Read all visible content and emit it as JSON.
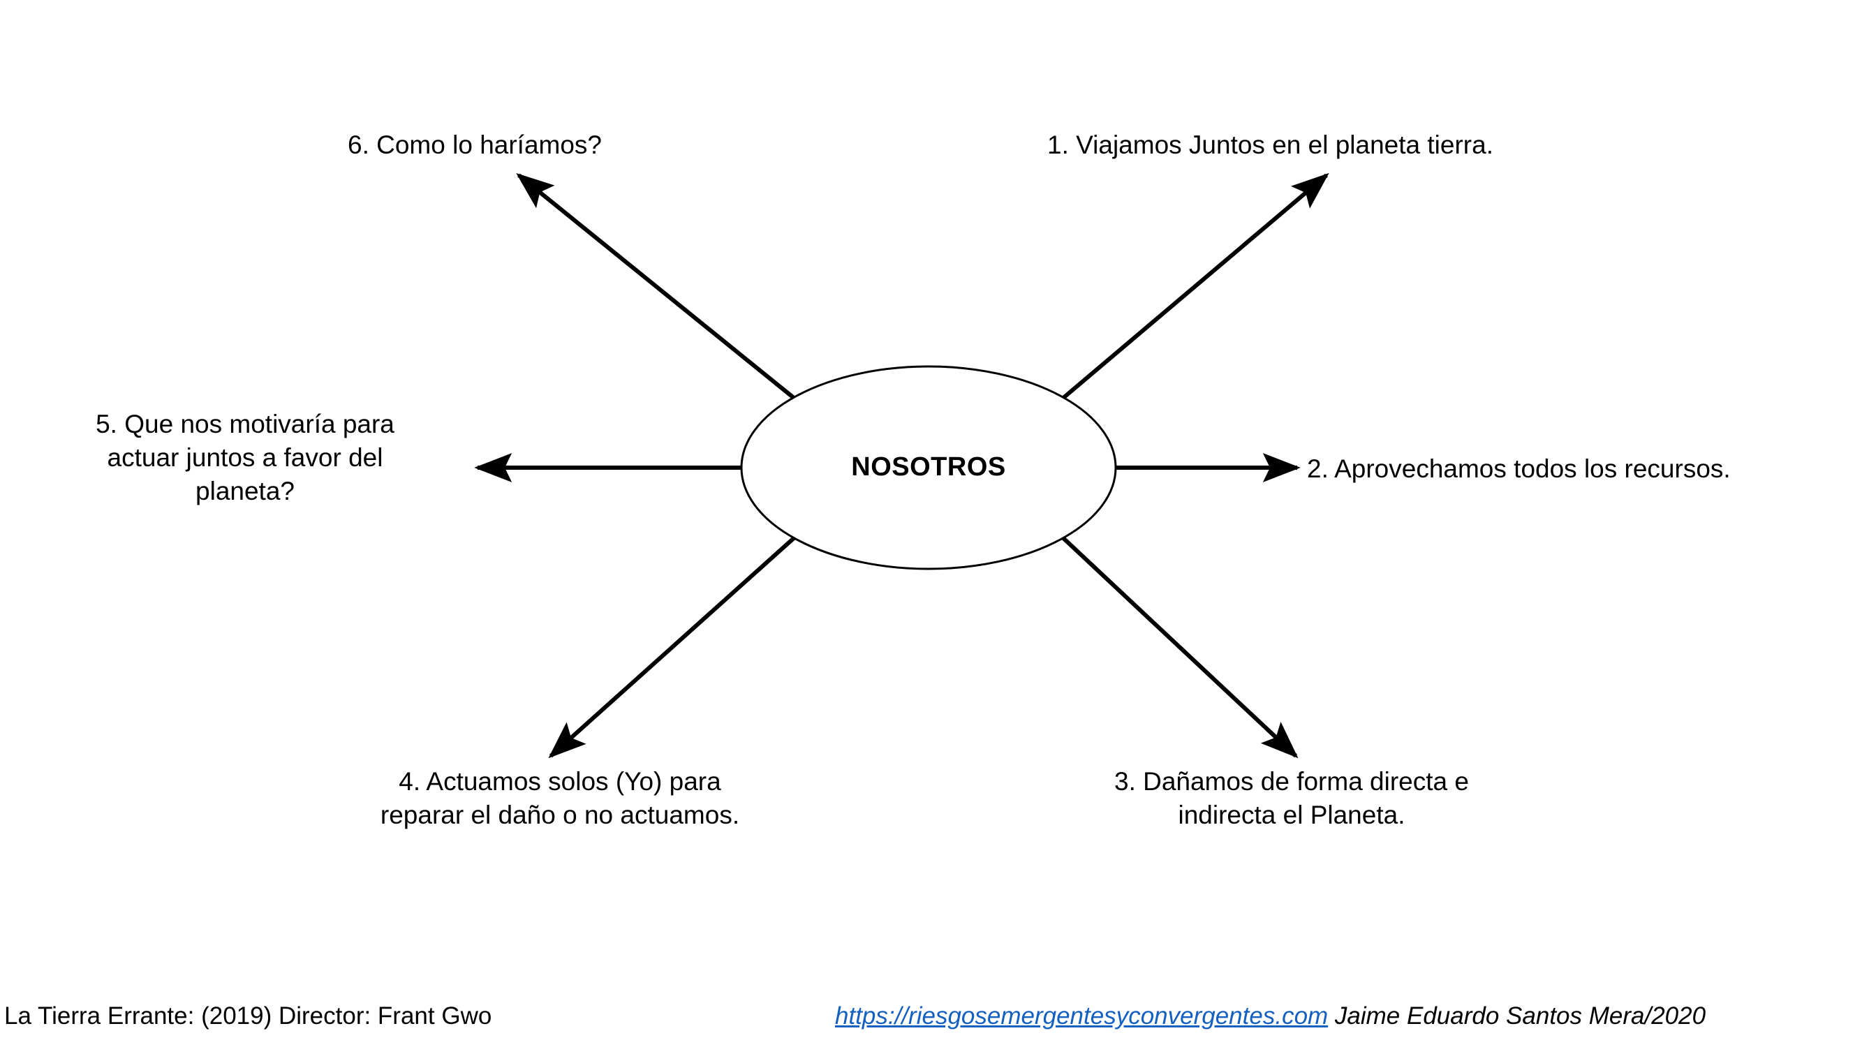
{
  "diagram": {
    "type": "radial-spoke",
    "center": {
      "label": "NOSOTROS",
      "shape": "ellipse"
    },
    "nodes": [
      {
        "id": "node-1",
        "text": "1. Viajamos Juntos en el planeta tierra.",
        "position": "top-right"
      },
      {
        "id": "node-2",
        "text": "2. Aprovechamos todos los recursos.",
        "position": "right"
      },
      {
        "id": "node-3",
        "text": "3. Dañamos de forma directa e\nindirecta el Planeta.",
        "position": "bottom-right"
      },
      {
        "id": "node-4",
        "text": "4. Actuamos solos (Yo) para\nreparar el daño o no actuamos.",
        "position": "bottom-left"
      },
      {
        "id": "node-5",
        "text": "5. Que nos motivaría para\nactuar juntos a favor del\nplaneta?",
        "position": "left"
      },
      {
        "id": "node-6",
        "text": "6. Como lo haríamos?",
        "position": "top-left"
      }
    ]
  },
  "footer": {
    "source": "La Tierra Errante: (2019) Director: Frant Gwo",
    "link": "https://riesgosemergentesyconvergentes.com",
    "credit": " Jaime Eduardo Santos Mera/2020"
  },
  "colors": {
    "background": "#ffffff",
    "stroke": "#000000",
    "link": "#1460c0"
  }
}
